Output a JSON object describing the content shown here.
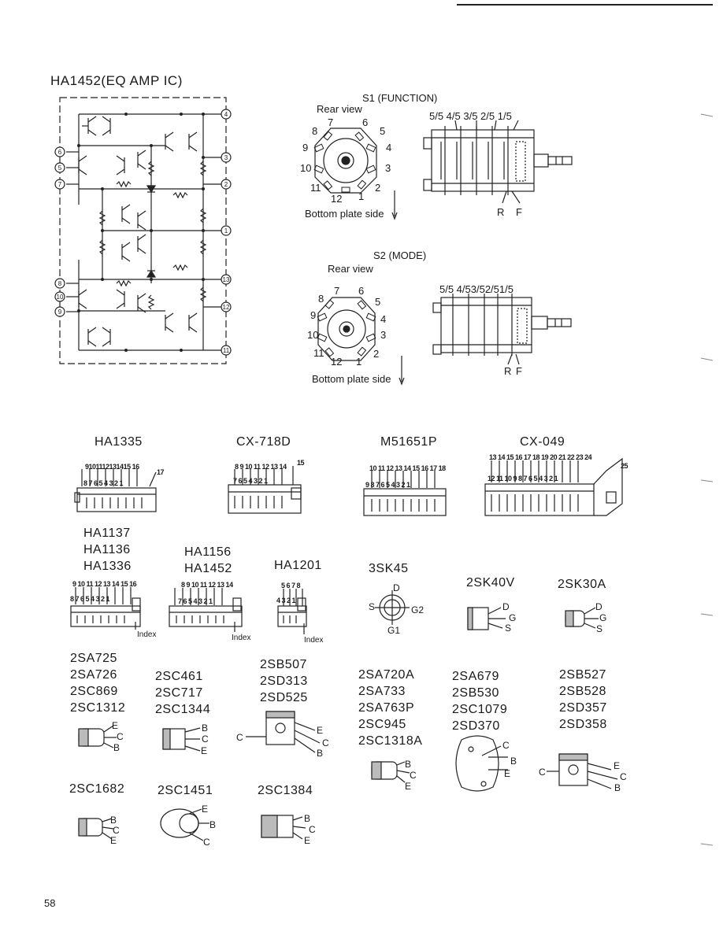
{
  "ic_title": "HA1452(EQ AMP IC)",
  "ic_pins": [
    "4",
    "6",
    "5",
    "7",
    "3",
    "2",
    "1",
    "8",
    "10",
    "9",
    "13",
    "12",
    "11"
  ],
  "s1": {
    "title": "S1 (FUNCTION)",
    "rear": "Rear view",
    "positions": [
      "7",
      "6",
      "8",
      "5",
      "9",
      "4",
      "10",
      "3",
      "11",
      "2",
      "12",
      "1"
    ],
    "bottom": "Bottom plate side",
    "wafers": "5/5 4/5 3/5 2/5 1/5",
    "r": "R",
    "f": "F"
  },
  "s2": {
    "title": "S2 (MODE)",
    "rear": "Rear view",
    "positions": [
      "7",
      "6",
      "8",
      "5",
      "9",
      "4",
      "10",
      "3",
      "11",
      "2",
      "12",
      "1"
    ],
    "bottom": "Bottom plate side",
    "wafers": "5/5 4/53/52/51/5",
    "r": "R",
    "f": "F"
  },
  "ics_top": [
    {
      "name": "HA1335",
      "top_pins": "9101112131415 16",
      "bot_pins": "8 7 6 5 4 3 2 1",
      "extra": "17"
    },
    {
      "name": "CX-718D",
      "top_pins": "8 9 10 11 12 13 14",
      "bot_pins": "7 6 5 4 3 2 1",
      "extra": "15"
    },
    {
      "name": "M51651P",
      "top_pins": "10 11 12 13 14 15 16 17 18",
      "bot_pins": "9 8 7 6 5 4 3 2 1",
      "extra": ""
    },
    {
      "name": "CX-049",
      "top_pins": "13 14 15 16 17 18 19 20 21 22 23 24",
      "bot_pins": "12 11 10 9 8 7 6 5 4 3 2 1",
      "extra": "25"
    }
  ],
  "ics_mid": [
    {
      "names": [
        "HA1137",
        "HA1136",
        "HA1336"
      ],
      "top_pins": "9 10 11 12 13 14 15 16",
      "bot_pins": "8 7 6 5 4 3 2 1",
      "index": "Index"
    },
    {
      "names": [
        "HA1156",
        "HA1452"
      ],
      "top_pins": "8 9 10 11 12 13 14",
      "bot_pins": "7 6 5 4 3 2 1",
      "index": "Index"
    },
    {
      "names": [
        "HA1201"
      ],
      "top_pins": "5 6 7 8",
      "bot_pins": "4 3 2 1",
      "index": "Index"
    }
  ],
  "fets": [
    {
      "name": "3SK45",
      "pins": {
        "d": "D",
        "s": "S",
        "g2": "G2",
        "g1": "G1"
      }
    },
    {
      "name": "2SK40V",
      "pins": {
        "d": "D",
        "g": "G",
        "s": "S"
      }
    },
    {
      "name": "2SK30A",
      "pins": {
        "d": "D",
        "g": "G",
        "s": "S"
      }
    }
  ],
  "transistor_groups": [
    {
      "names": [
        "2SA725",
        "2SA726",
        "2SC869",
        "2SC1312"
      ],
      "pins": [
        "E",
        "C",
        "B"
      ]
    },
    {
      "names": [
        "2SC461",
        "2SC717",
        "2SC1344"
      ],
      "pins": [
        "B",
        "C",
        "E"
      ]
    },
    {
      "names": [
        "2SB507",
        "2SD313",
        "2SD525"
      ],
      "pins": [
        "C",
        "E",
        "C",
        "B"
      ]
    },
    {
      "names": [
        "2SA720A",
        "2SA733",
        "2SA763P",
        "2SC945",
        "2SC1318A"
      ],
      "pins": [
        "B",
        "C",
        "E"
      ]
    },
    {
      "names": [
        "2SA679",
        "2SB530",
        "2SC1079",
        "2SD370"
      ],
      "pins": [
        "C",
        "B",
        "E"
      ]
    },
    {
      "names": [
        "2SB527",
        "2SB528",
        "2SD357",
        "2SD358"
      ],
      "pins": [
        "C",
        "E",
        "C",
        "B"
      ]
    },
    {
      "names": [
        "2SC1682"
      ],
      "pins": [
        "B",
        "C",
        "E"
      ]
    },
    {
      "names": [
        "2SC1451"
      ],
      "pins": [
        "E",
        "B",
        "C"
      ]
    },
    {
      "names": [
        "2SC1384"
      ],
      "pins": [
        "B",
        "C",
        "E"
      ]
    }
  ],
  "page_number": "58"
}
